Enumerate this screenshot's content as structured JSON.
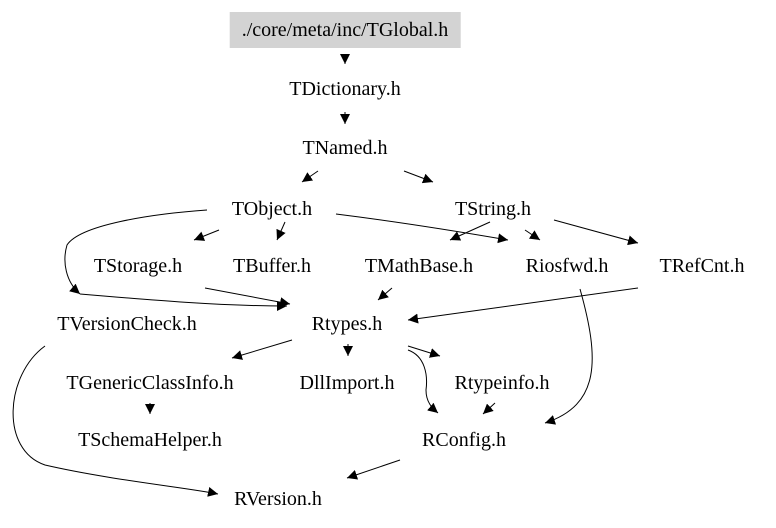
{
  "graph": {
    "nodes": [
      {
        "id": "tglobal",
        "label": "./core/meta/inc/TGlobal.h",
        "highlighted": true
      },
      {
        "id": "tdictionary",
        "label": "TDictionary.h"
      },
      {
        "id": "tnamed",
        "label": "TNamed.h"
      },
      {
        "id": "tobject",
        "label": "TObject.h"
      },
      {
        "id": "tstring",
        "label": "TString.h"
      },
      {
        "id": "tstorage",
        "label": "TStorage.h"
      },
      {
        "id": "tbuffer",
        "label": "TBuffer.h"
      },
      {
        "id": "tmathbase",
        "label": "TMathBase.h"
      },
      {
        "id": "riosfwd",
        "label": "Riosfwd.h"
      },
      {
        "id": "trefcnt",
        "label": "TRefCnt.h"
      },
      {
        "id": "tversioncheck",
        "label": "TVersionCheck.h"
      },
      {
        "id": "rtypes",
        "label": "Rtypes.h"
      },
      {
        "id": "tgenericclassinfo",
        "label": "TGenericClassInfo.h"
      },
      {
        "id": "dllimport",
        "label": "DllImport.h"
      },
      {
        "id": "rtypeinfo",
        "label": "Rtypeinfo.h"
      },
      {
        "id": "tschemahelper",
        "label": "TSchemaHelper.h"
      },
      {
        "id": "rconfig",
        "label": "RConfig.h"
      },
      {
        "id": "rversion",
        "label": "RVersion.h"
      }
    ],
    "edges": [
      [
        "tglobal",
        "tdictionary"
      ],
      [
        "tdictionary",
        "tnamed"
      ],
      [
        "tnamed",
        "tobject"
      ],
      [
        "tnamed",
        "tstring"
      ],
      [
        "tobject",
        "tstorage"
      ],
      [
        "tobject",
        "tbuffer"
      ],
      [
        "tobject",
        "riosfwd"
      ],
      [
        "tobject",
        "tversioncheck"
      ],
      [
        "tstring",
        "tmathbase"
      ],
      [
        "tstring",
        "riosfwd"
      ],
      [
        "tstring",
        "trefcnt"
      ],
      [
        "tstorage",
        "rtypes"
      ],
      [
        "tmathbase",
        "rtypes"
      ],
      [
        "trefcnt",
        "rtypes"
      ],
      [
        "riosfwd",
        "rconfig"
      ],
      [
        "tversioncheck",
        "rtypes"
      ],
      [
        "tversioncheck",
        "rversion"
      ],
      [
        "rtypes",
        "tgenericclassinfo"
      ],
      [
        "rtypes",
        "dllimport"
      ],
      [
        "rtypes",
        "rtypeinfo"
      ],
      [
        "rtypes",
        "rconfig"
      ],
      [
        "tgenericclassinfo",
        "tschemahelper"
      ],
      [
        "rtypeinfo",
        "rconfig"
      ],
      [
        "rconfig",
        "rversion"
      ]
    ]
  },
  "colors": {
    "highlight_fill": "#d3d3d3",
    "edge": "#000000",
    "text": "#000000"
  }
}
